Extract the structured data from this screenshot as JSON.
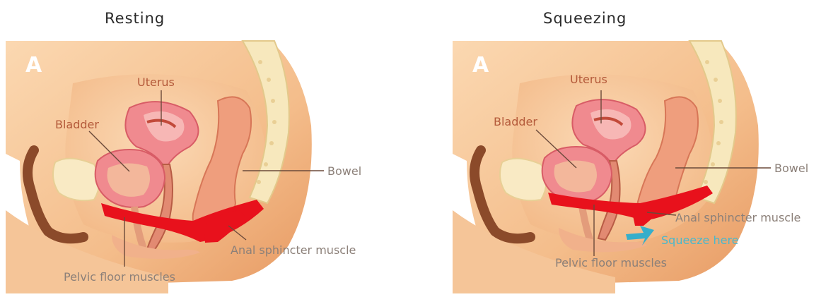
{
  "panels": [
    {
      "title": "Resting",
      "letter": "A",
      "labels": {
        "uterus": "Uterus",
        "bladder": "Bladder",
        "bowel": "Bowel",
        "anal_sphincter": "Anal sphincter muscle",
        "pelvic_floor": "Pelvic floor muscles"
      }
    },
    {
      "title": "Squeezing",
      "letter": "A",
      "labels": {
        "uterus": "Uterus",
        "bladder": "Bladder",
        "bowel": "Bowel",
        "anal_sphincter": "Anal sphincter muscle",
        "pelvic_floor": "Pelvic floor muscles",
        "squeeze": "Squeeze here"
      }
    }
  ],
  "colors": {
    "skin": "#f3bd8c",
    "skin_dark": "#e59a63",
    "muscle": "#e8111c",
    "uterus": "#f08a8f",
    "spine": "#f7e8bd",
    "arrow": "#35aecb"
  }
}
